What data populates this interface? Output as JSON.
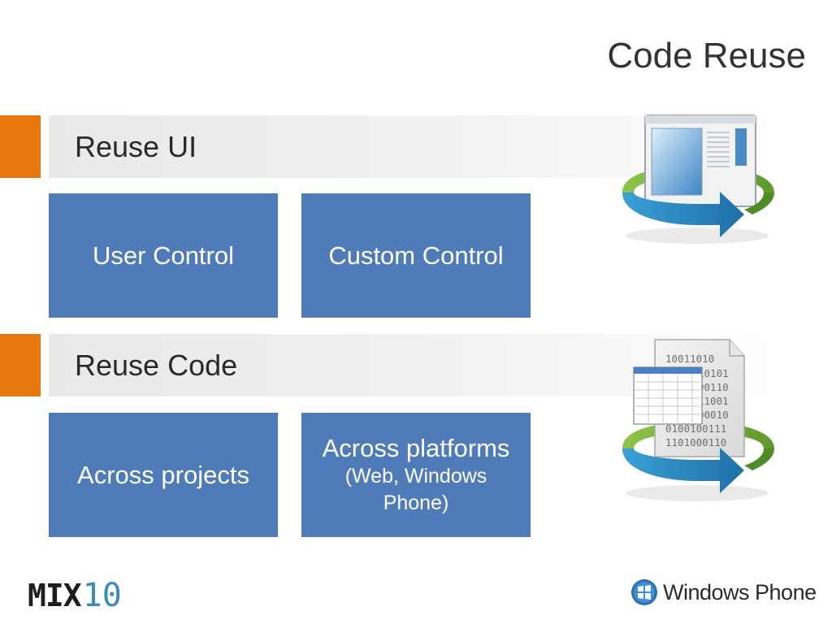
{
  "slide": {
    "title": "Code Reuse"
  },
  "sections": [
    {
      "heading": "Reuse UI",
      "boxes": [
        {
          "main": "User Control",
          "sub": ""
        },
        {
          "main": "Custom Control",
          "sub": ""
        }
      ],
      "illustration_icon": "window-with-recycle-arrow-icon"
    },
    {
      "heading": "Reuse Code",
      "boxes": [
        {
          "main": "Across projects",
          "sub": ""
        },
        {
          "main": "Across platforms",
          "sub": "(Web, Windows Phone)"
        }
      ],
      "illustration_icon": "binary-document-with-recycle-arrow-icon",
      "binary_lines": [
        "10011010",
        "10101",
        "00110",
        "11001",
        "00010",
        "0100100111",
        "1101000110"
      ]
    }
  ],
  "footer": {
    "mix_logo_mark": "MIX",
    "mix_logo_number": "10",
    "wp_logo_text": "Windows Phone"
  },
  "colors": {
    "accent_orange": "#e8760f",
    "box_blue": "#4f7cb8",
    "arrow_green": "#7fb53a",
    "arrow_blue": "#2d8cc0"
  }
}
